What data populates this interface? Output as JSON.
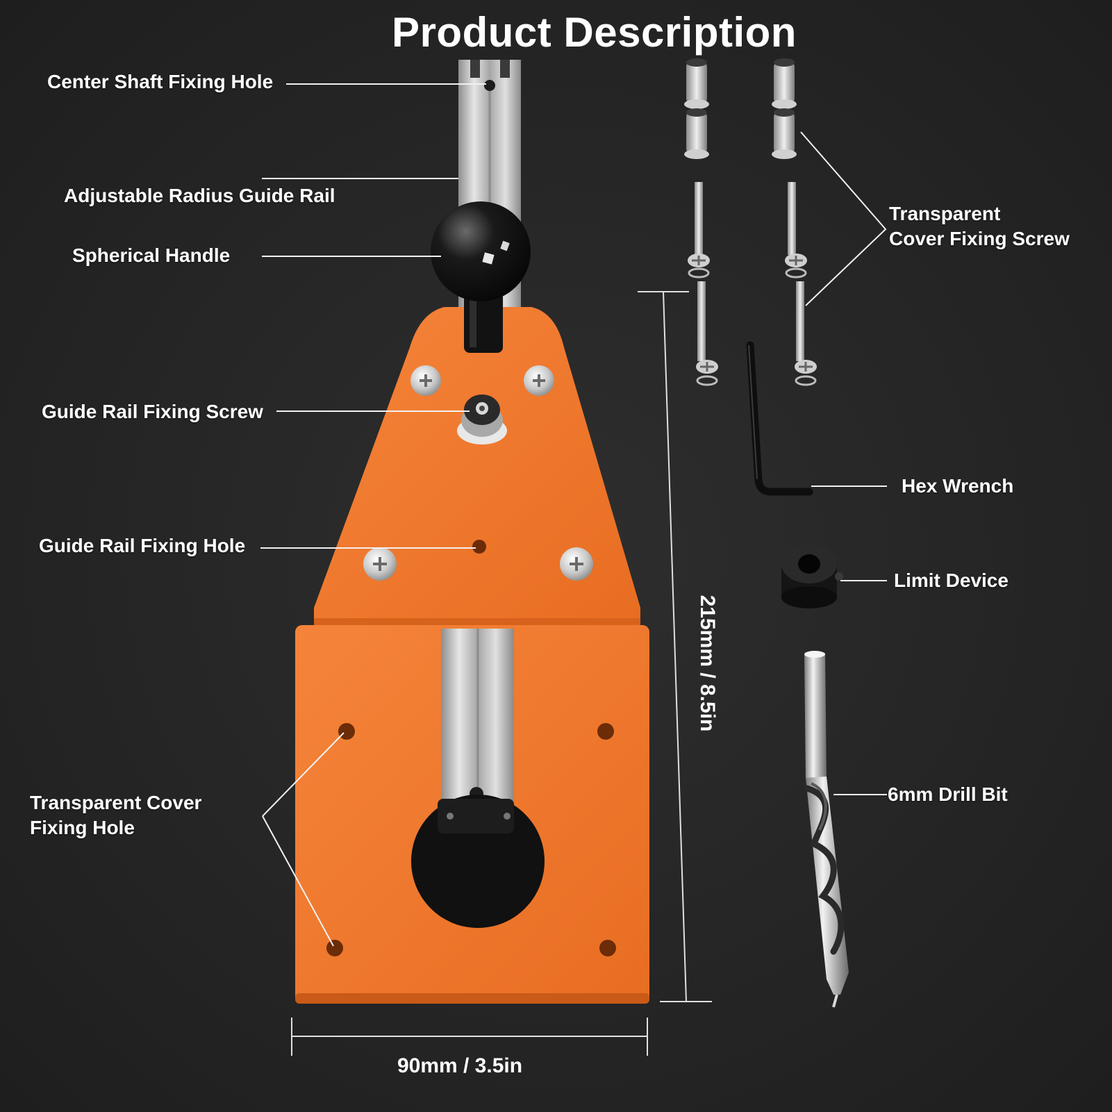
{
  "title": "Product Description",
  "labels": {
    "center_shaft_fixing_hole": "Center Shaft Fixing Hole",
    "adjustable_radius_guide_rail": "Adjustable Radius Guide Rail",
    "spherical_handle": "Spherical Handle",
    "guide_rail_fixing_screw": "Guide Rail Fixing Screw",
    "guide_rail_fixing_hole": "Guide Rail Fixing Hole",
    "transparent_cover_fixing_hole_line1": "Transparent Cover",
    "transparent_cover_fixing_hole_line2": "Fixing Hole",
    "transparent_cover_fixing_screw_line1": "Transparent",
    "transparent_cover_fixing_screw_line2": "Cover Fixing Screw",
    "hex_wrench": "Hex Wrench",
    "limit_device": "Limit Device",
    "drill_bit": "6mm Drill Bit"
  },
  "dimensions": {
    "height": "215mm / 8.5in",
    "width": "90mm / 3.5in"
  },
  "colors": {
    "background": "#262626",
    "plate_orange": "#f07a2c",
    "rail_silver": "#c8c8c8",
    "leader_line": "#ffffff"
  }
}
